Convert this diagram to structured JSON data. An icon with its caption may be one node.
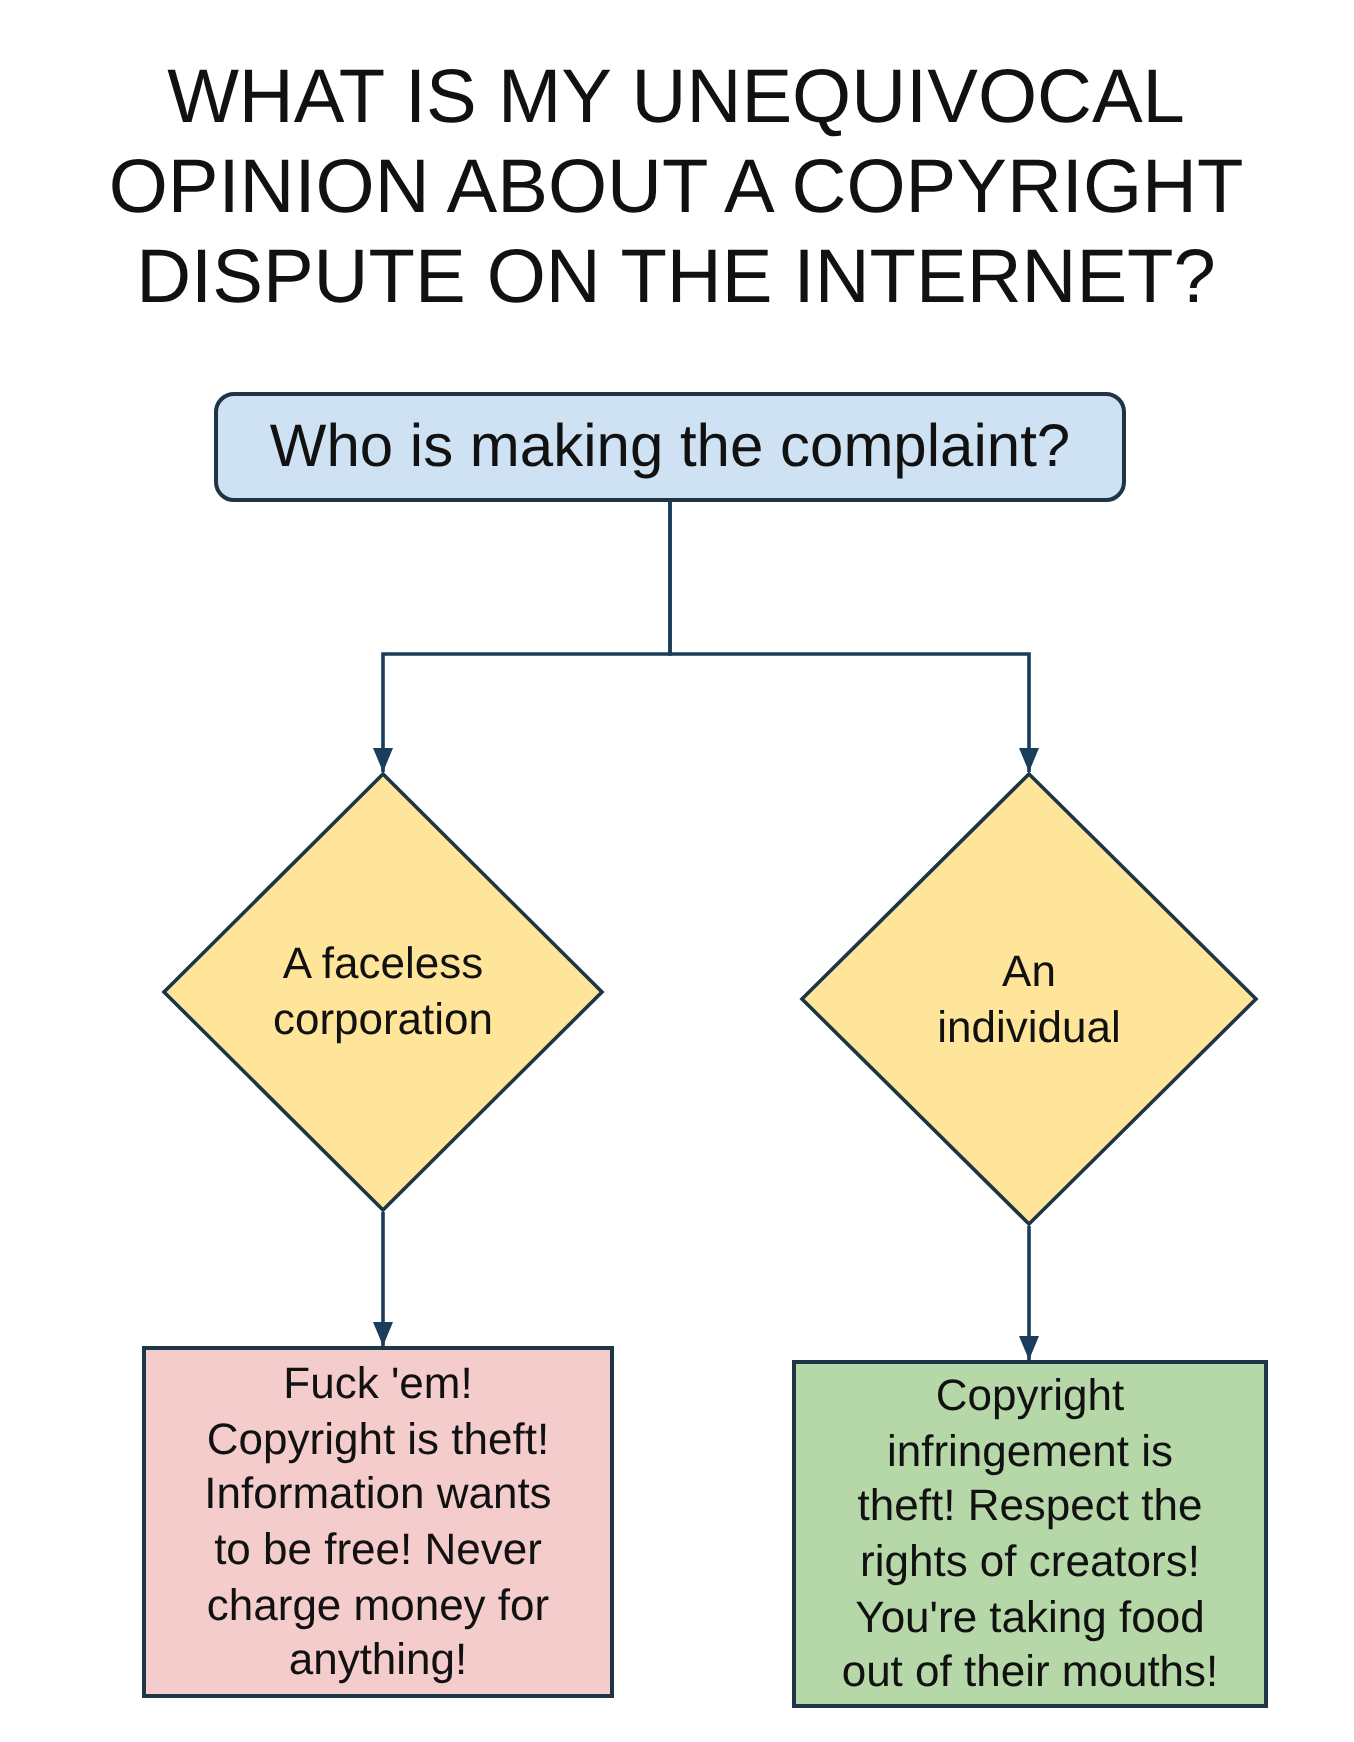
{
  "diagram": {
    "title": "WHAT IS MY UNEQUIVOCAL OPINION ABOUT A COPYRIGHT DISPUTE ON THE INTERNET?",
    "nodes": [
      {
        "text": [
          "Who is making the complaint?"
        ]
      },
      {
        "text": [
          "A faceless corporation"
        ]
      },
      {
        "text": [
          "An individual"
        ]
      },
      {
        "text": [
          "Fuck 'em! Copyright is theft! Information wants to be free! Never charge money for anything!"
        ]
      },
      {
        "text": [
          "Copyright infringement is theft! Respect the rights of creators! You're taking food out of their mouths!"
        ]
      }
    ],
    "edges": [
      {
        "from": 0,
        "to": 1,
        "arrow": "to"
      },
      {
        "from": 0,
        "to": 2,
        "arrow": "to"
      },
      {
        "from": 1,
        "to": 3,
        "arrow": "to"
      },
      {
        "from": 2,
        "to": 4,
        "arrow": "to"
      }
    ]
  }
}
